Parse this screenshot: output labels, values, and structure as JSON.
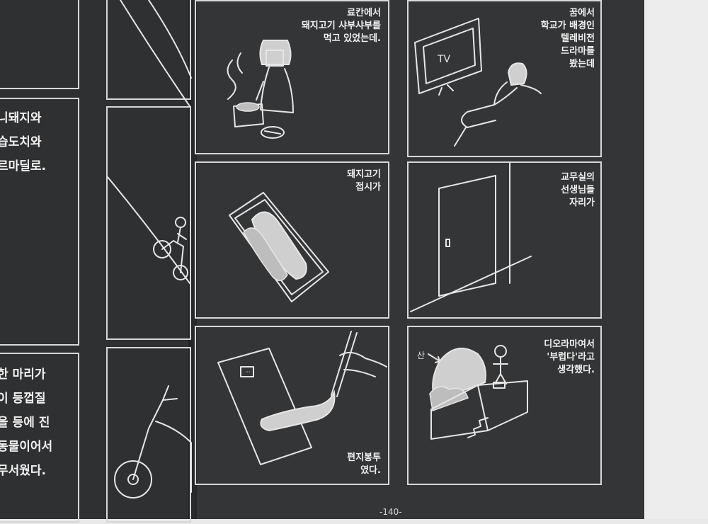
{
  "left_page": {
    "lines_top": [
      "니돼지와",
      "습도치와",
      "르마딜로."
    ],
    "lines_bottom": [
      "한 마리가",
      "이 등껍질",
      "을 등에 진",
      "동물이어서",
      "무서웠다."
    ]
  },
  "panels": [
    {
      "text": "료칸에서\n돼지고기 샤부샤부를\n먹고 있었는데."
    },
    {
      "text": "꿈에서\n학교가 배경인\n텔레비전\n드라마를\n봤는데"
    },
    {
      "text": "돼지고기\n접시가"
    },
    {
      "text": "교무실의\n선생님들\n자리가"
    },
    {
      "text": "편지봉투\n였다."
    },
    {
      "text": "디오라마여서\n'부럽다'라고\n생각했다."
    }
  ],
  "drawing_labels": {
    "tv": "TV",
    "mountain": "산"
  },
  "page_number": "-140-"
}
